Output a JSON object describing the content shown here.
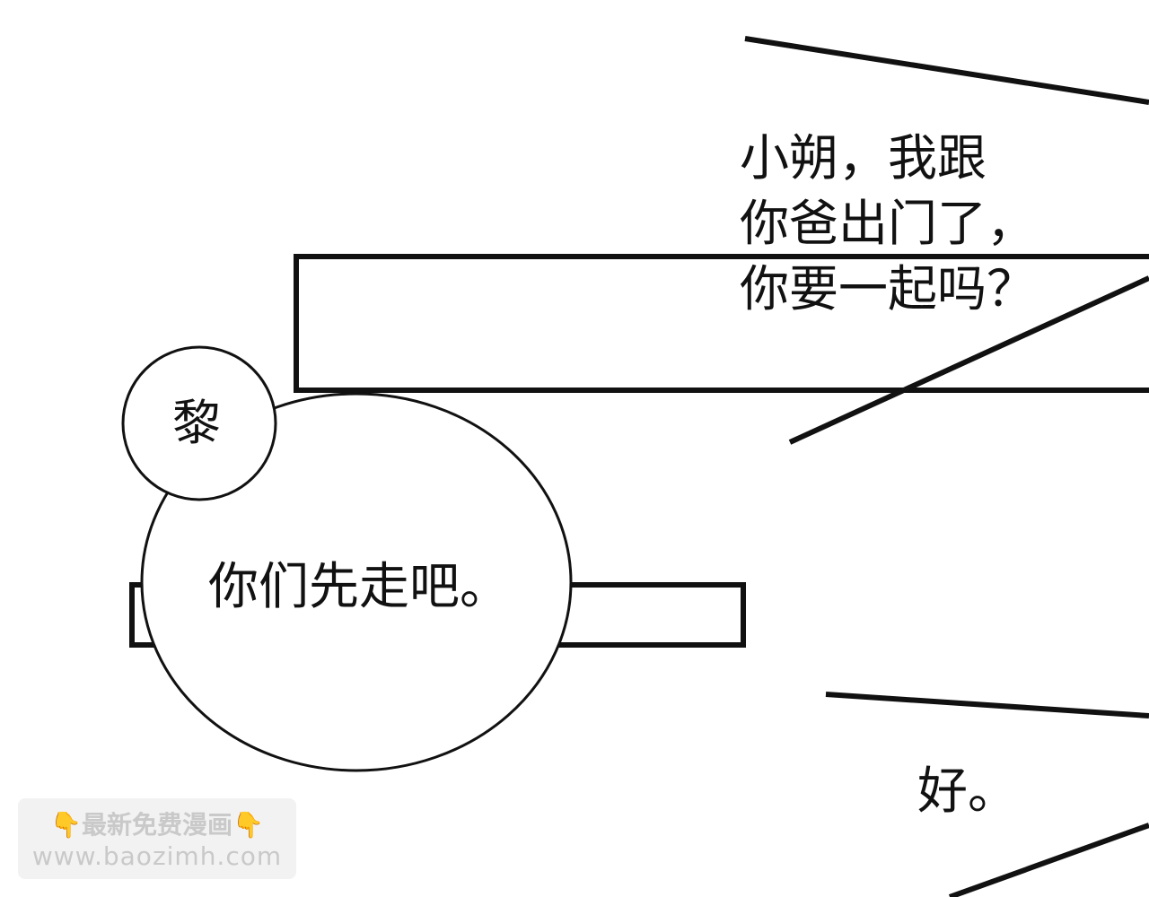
{
  "panel": {
    "speech_top_lines": [
      "小朔，我跟",
      "你爸出门了，",
      "你要一起吗？"
    ],
    "speaker_name": "黎",
    "speech_middle": "你们先走吧。",
    "speech_bottom": "好。"
  },
  "watermark": {
    "title": "最新免费漫画",
    "url": "www.baozimh.com",
    "pointer_icon": "pointing-down-hand-icon"
  },
  "colors": {
    "ink": "#111111",
    "paper": "#ffffff",
    "watermark_text": "#c9c9c9"
  }
}
